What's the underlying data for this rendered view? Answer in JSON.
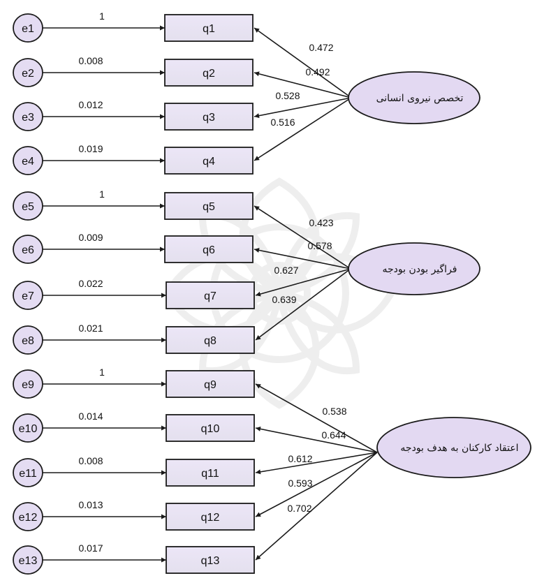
{
  "colors": {
    "box_fill_top": "#e9e4f6",
    "box_fill_bottom": "#e7e3f2",
    "circle_fill": "#e4dcf2",
    "ellipse_fill": "#e3d9f2",
    "stroke": "#1a1a1a"
  },
  "errors": [
    "e1",
    "e2",
    "e3",
    "e4",
    "e5",
    "e6",
    "e7",
    "e8",
    "e9",
    "e10",
    "e11",
    "e12",
    "e13"
  ],
  "indicators": [
    "q1",
    "q2",
    "q3",
    "q4",
    "q5",
    "q6",
    "q7",
    "q8",
    "q9",
    "q10",
    "q11",
    "q12",
    "q13"
  ],
  "error_paths": [
    "1",
    "0.008",
    "0.012",
    "0.019",
    "1",
    "0.009",
    "0.022",
    "0.021",
    "1",
    "0.014",
    "0.008",
    "0.013",
    "0.017"
  ],
  "latents": [
    {
      "name": "تخصص نیروی انسانی",
      "loadings": [
        "0.472",
        "0.492",
        "0.528",
        "0.516"
      ]
    },
    {
      "name": "فراگیر بودن بودجه",
      "loadings": [
        "0.423",
        "0.578",
        "0.627",
        "0.639"
      ]
    },
    {
      "name": "اعتقاد کارکنان به هدف بودجه",
      "loadings": [
        "0.538",
        "0.644",
        "0.612",
        "0.593",
        "0.702"
      ]
    }
  ]
}
